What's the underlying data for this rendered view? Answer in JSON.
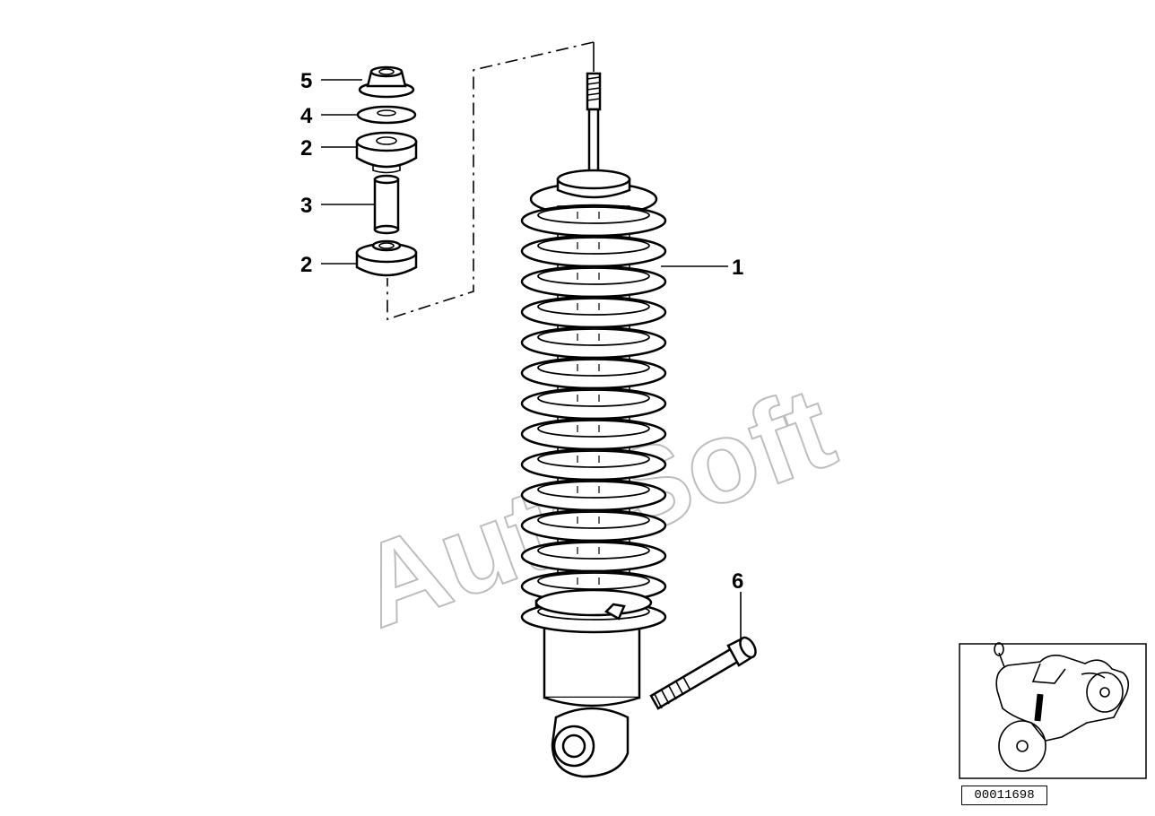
{
  "diagram": {
    "callouts": {
      "c1": "1",
      "c2a": "2",
      "c2b": "2",
      "c3": "3",
      "c4": "4",
      "c5": "5",
      "c6": "6"
    },
    "watermark": "AutoSoft",
    "diagram_number": "00011698"
  },
  "icons": {
    "locator": "motorcycle-locator-icon"
  }
}
